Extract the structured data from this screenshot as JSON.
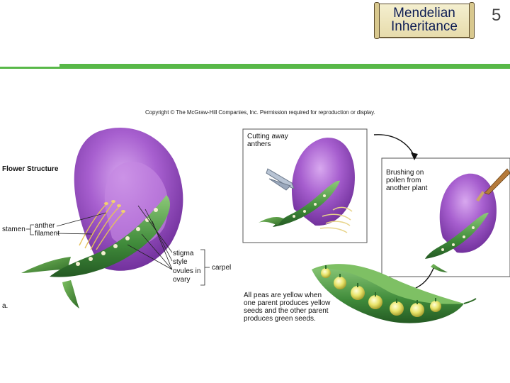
{
  "header": {
    "title_line1": "Mendelian",
    "title_line2": "Inheritance",
    "page_number": "5"
  },
  "figure": {
    "copyright": "Copyright © The McGraw-Hill Companies, Inc. Permission required for reproduction or display.",
    "flower_structure_title": "Flower Structure",
    "stamen": "stamen",
    "anther": "anther",
    "filament": "filament",
    "stigma": "stigma",
    "style": "style",
    "ovules_in": "ovules in",
    "ovary": "ovary",
    "carpel": "carpel",
    "panel_label": "a.",
    "step1_line1": "Cutting away",
    "step1_line2": "anthers",
    "step2_line1": "Brushing on",
    "step2_line2": "pollen from",
    "step2_line3": "another plant",
    "result_line1": "All peas are yellow when",
    "result_line2": "one parent produces yellow",
    "result_line3": "seeds and the other parent",
    "result_line4": "produces green seeds."
  },
  "colors": {
    "accent_green": "#58b848",
    "petal_purple": "#9a4fc0",
    "pod_green": "#3f8a3a",
    "pea_yellow": "#e8e46a"
  }
}
